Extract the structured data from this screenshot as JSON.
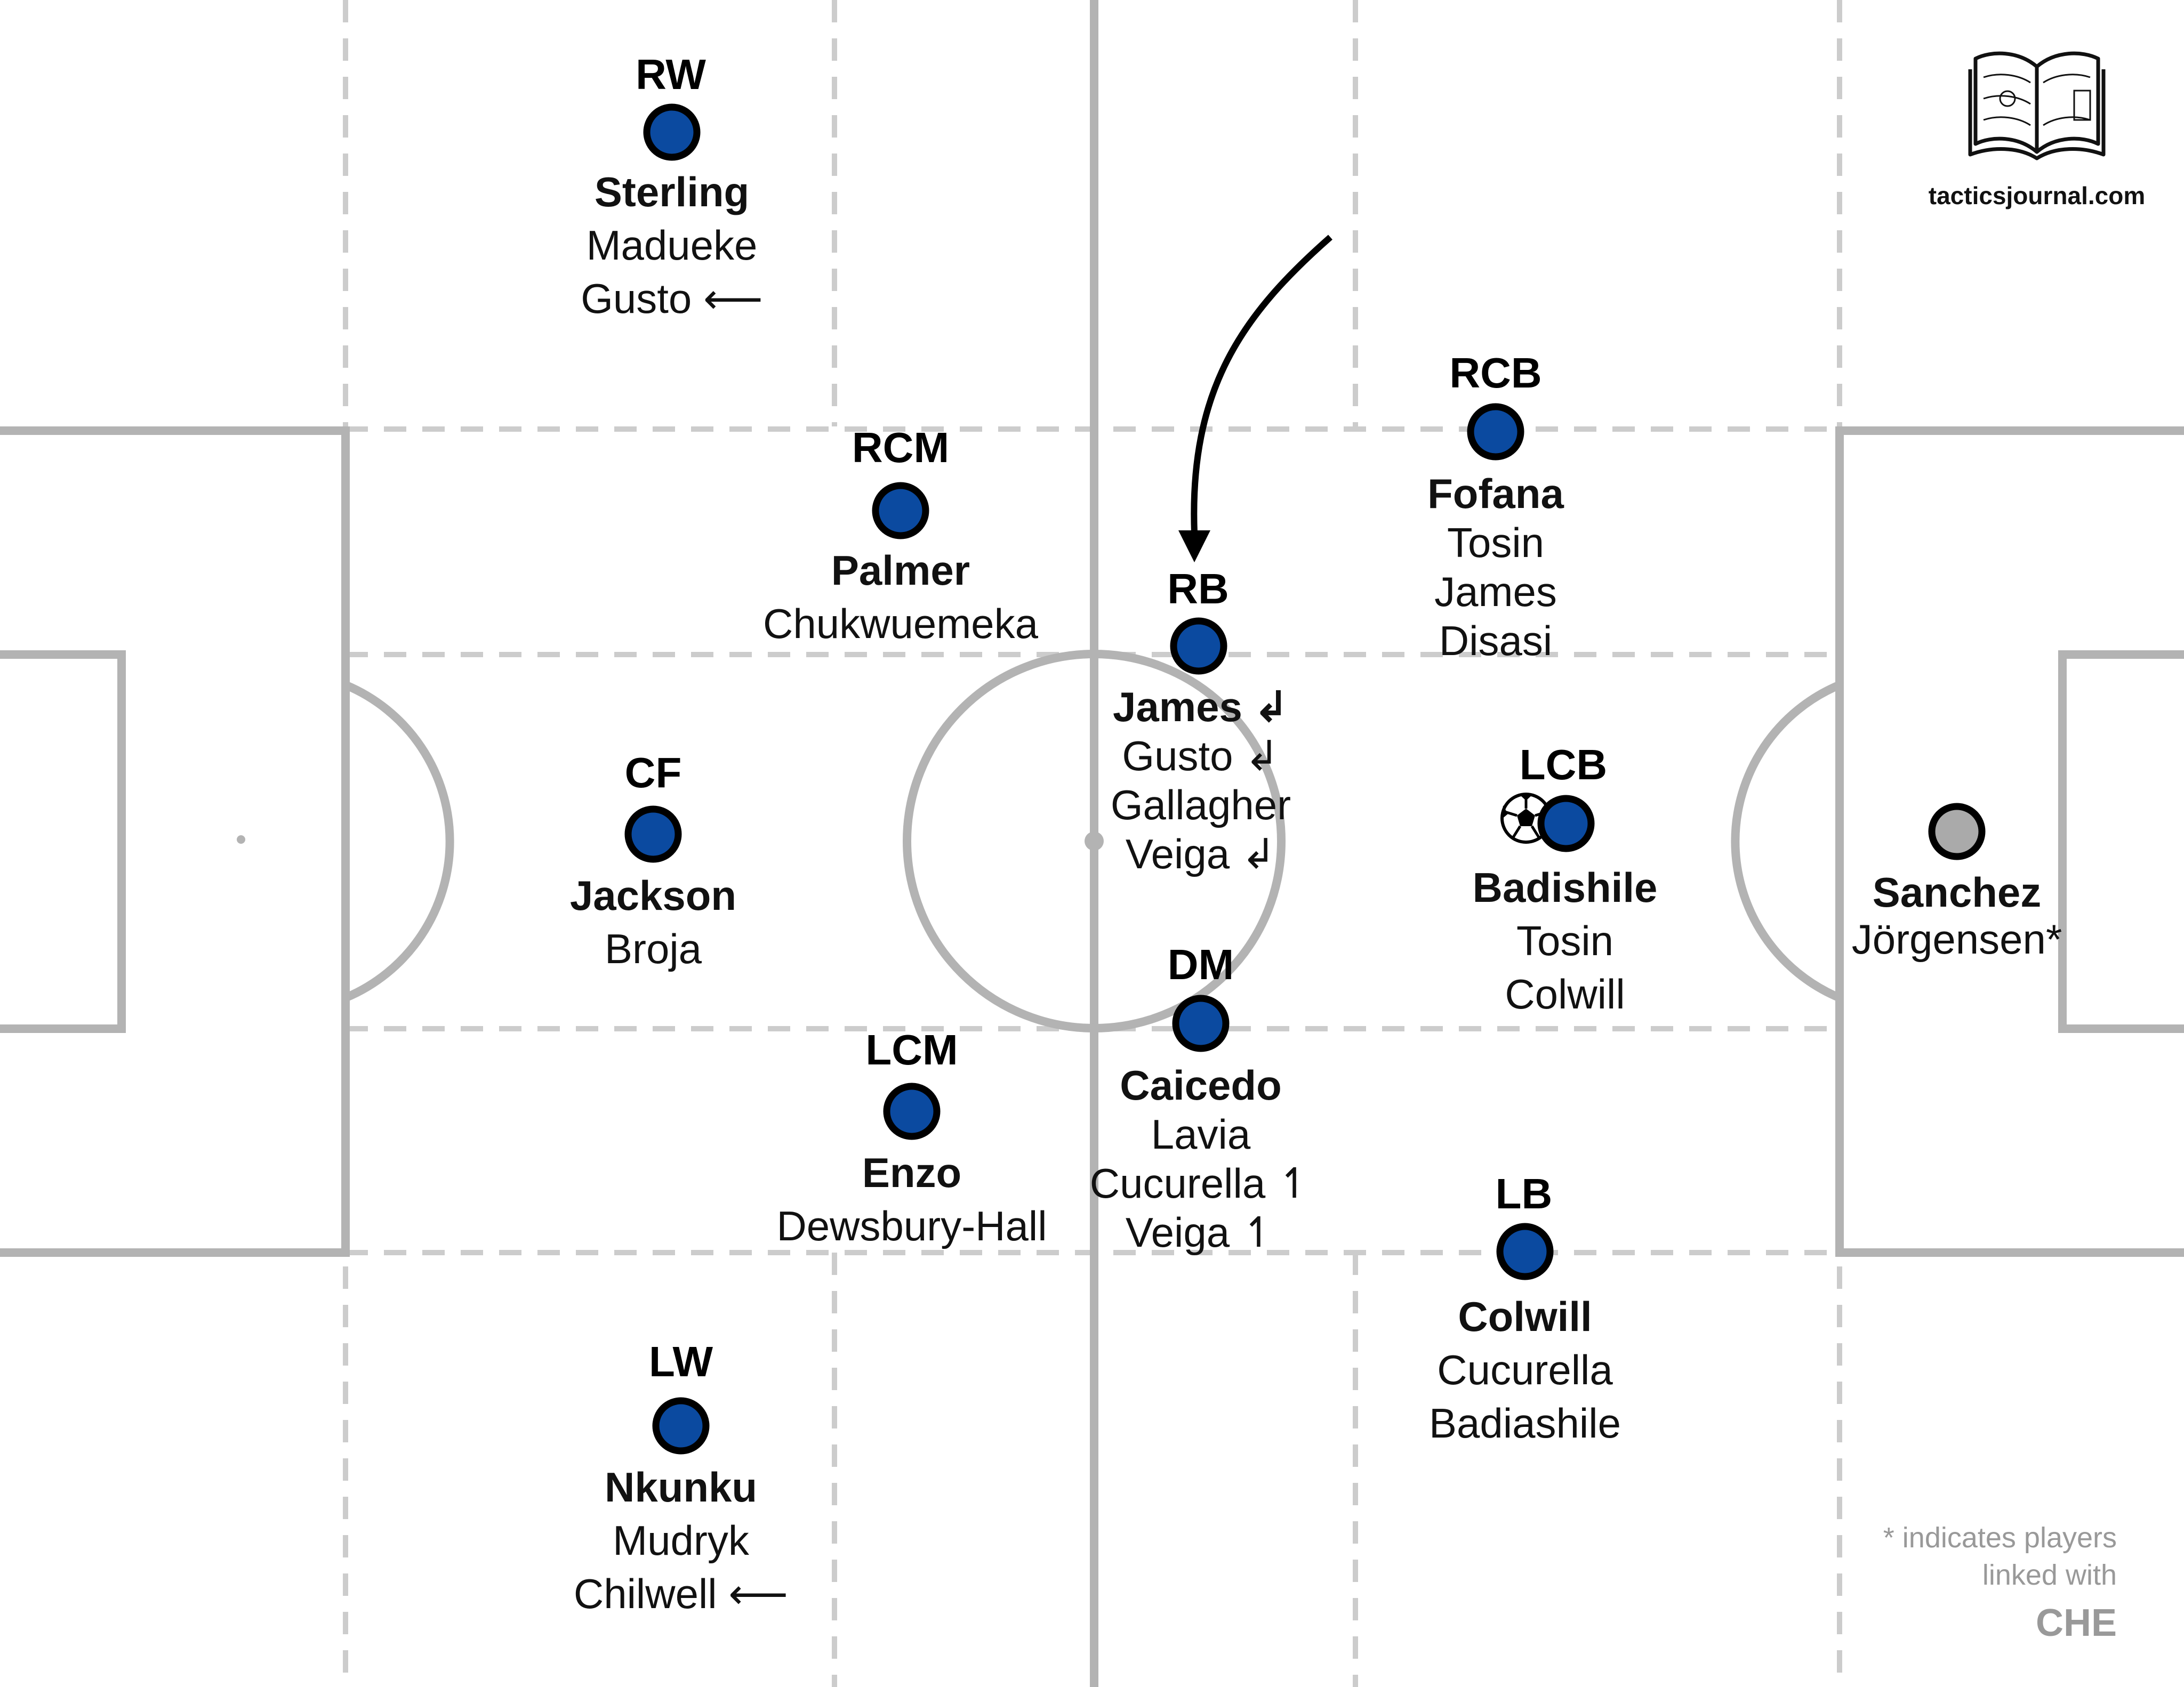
{
  "brand": {
    "site": "tacticsjournal.com",
    "logo_icon": "open-book-pitch-icon"
  },
  "legend": {
    "note_line1": "* indicates players",
    "note_line2": "linked with",
    "team": "CHE"
  },
  "colors": {
    "player_marker": "#0b4aa0",
    "goalkeeper_marker": "#aaaaaa",
    "pitch_lines": "#b3b3b3",
    "zone_lines": "#cccccc",
    "note_text": "#999999"
  },
  "players": [
    {
      "position": "RW",
      "names": [
        "Sterling",
        "Madueke",
        "Gusto ⟵"
      ]
    },
    {
      "position": "RCM",
      "names": [
        "Palmer",
        "Chukwuemeka"
      ]
    },
    {
      "position": "CF",
      "names": [
        "Jackson",
        "Broja"
      ]
    },
    {
      "position": "LCM",
      "names": [
        "Enzo",
        "Dewsbury-Hall"
      ]
    },
    {
      "position": "LW",
      "names": [
        "Nkunku",
        "Mudryk",
        "Chilwell ⟵"
      ]
    },
    {
      "position": "RB",
      "names": [
        "James ↲",
        "Gusto ↲",
        "Gallagher",
        "Veiga ↲"
      ]
    },
    {
      "position": "DM",
      "names": [
        "Caicedo",
        "Lavia",
        "Cucurella ↿",
        "Veiga ↿"
      ]
    },
    {
      "position": "RCB",
      "names": [
        "Fofana",
        "Tosin",
        "James",
        "Disasi"
      ]
    },
    {
      "position": "LCB",
      "names": [
        "Badishile",
        "Tosin",
        "Colwill"
      ]
    },
    {
      "position": "LB",
      "names": [
        "Colwill",
        "Cucurella",
        "Badiashile"
      ]
    },
    {
      "position": "",
      "names": [
        "Sanchez",
        "Jörgensen*"
      ]
    }
  ]
}
